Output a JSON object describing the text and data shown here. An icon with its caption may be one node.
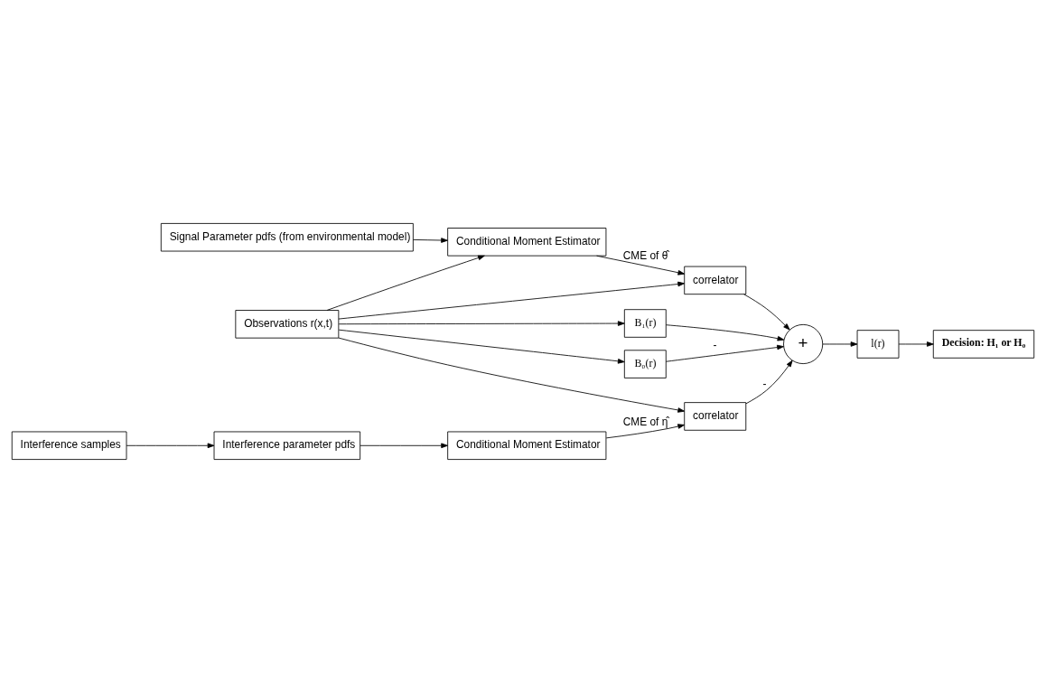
{
  "diagram": {
    "nodes": [
      {
        "text": [
          "Signal Parameter pdfs (from environmental model)"
        ]
      },
      {
        "text": [
          "Conditional Moment Estimator"
        ]
      },
      {
        "text": [
          "Decision: H₁ or H₀"
        ]
      },
      {
        "text": [
          "correlator"
        ]
      },
      {
        "text": [
          "B₁(r)"
        ]
      },
      {
        "text": [
          "Observations r(x,t)"
        ]
      },
      {
        "text": [
          "+"
        ]
      },
      {
        "text": [
          "l(r)"
        ]
      },
      {
        "text": [
          "B₀(r)"
        ]
      },
      {
        "text": [
          "correlator"
        ]
      },
      {
        "text": [
          "Interference samples"
        ]
      },
      {
        "text": [
          "Interference parameter pdfs"
        ]
      },
      {
        "text": [
          "Conditional Moment Estimator"
        ]
      }
    ],
    "edges": [
      {
        "from": 0,
        "to": 1,
        "arrow": "to"
      },
      {
        "from": 5,
        "to": 1,
        "arrow": "to"
      },
      {
        "from": 1,
        "to": 3,
        "arrow": "to",
        "label": "CME of θ̂"
      },
      {
        "from": 5,
        "to": 3,
        "arrow": "to"
      },
      {
        "from": 5,
        "to": 4,
        "arrow": "to"
      },
      {
        "from": 5,
        "to": 8,
        "arrow": "to"
      },
      {
        "from": 5,
        "to": 9,
        "arrow": "to"
      },
      {
        "from": 3,
        "to": 6,
        "arrow": "to"
      },
      {
        "from": 4,
        "to": 6,
        "arrow": "to"
      },
      {
        "from": 8,
        "to": 6,
        "arrow": "to",
        "label": "-"
      },
      {
        "from": 9,
        "to": 6,
        "arrow": "to",
        "label": "-"
      },
      {
        "from": 6,
        "to": 7,
        "arrow": "to"
      },
      {
        "from": 7,
        "to": 2,
        "arrow": "to"
      },
      {
        "from": 10,
        "to": 11,
        "arrow": "to"
      },
      {
        "from": 11,
        "to": 12,
        "arrow": "to"
      },
      {
        "from": 12,
        "to": 9,
        "arrow": "to",
        "label": "CME of η̂"
      }
    ]
  }
}
